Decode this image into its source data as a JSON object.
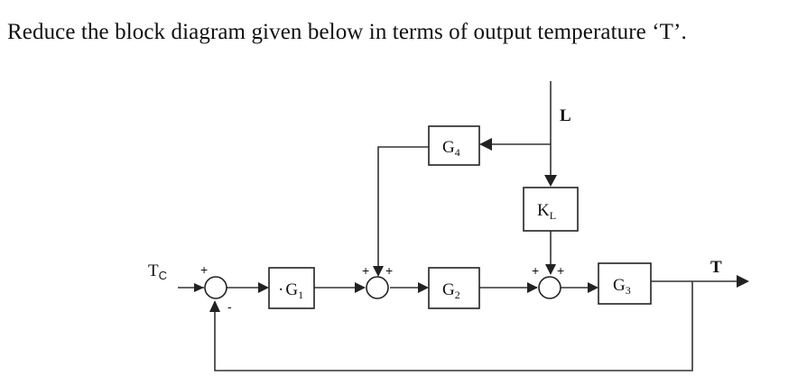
{
  "question": "Reduce the block diagram given below in terms of output temperature ‘T’.",
  "diagram": {
    "blocks": {
      "g1": {
        "main": "G",
        "sub": "1",
        "prefix": "·"
      },
      "g2": {
        "main": "G",
        "sub": "2"
      },
      "g3": {
        "main": "G",
        "sub": "3"
      },
      "g4": {
        "main": "G",
        "sub": "4"
      },
      "kl": {
        "main": "K",
        "sub": "L"
      }
    },
    "signals": {
      "input_main": "T",
      "input_sub": "C",
      "output": "T",
      "load": "L"
    },
    "signs": {
      "sum1_top": "+",
      "sum1_bottom": "-",
      "sum2_left": "+",
      "sum2_right": "+",
      "sum3_left": "+",
      "sum3_right": "+"
    }
  }
}
